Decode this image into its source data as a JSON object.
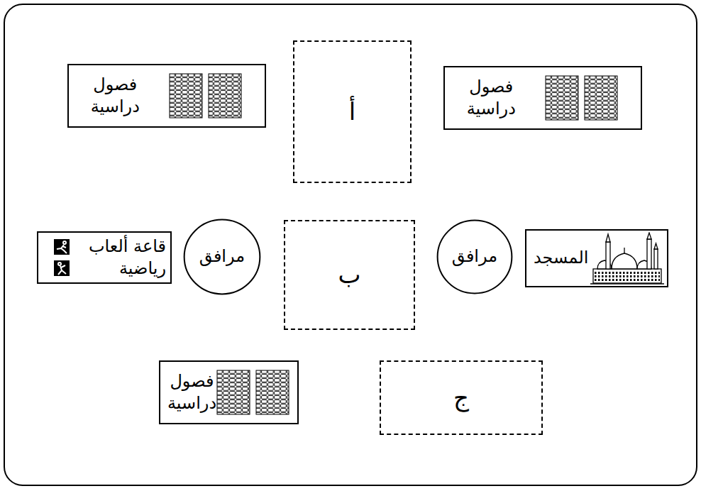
{
  "diagram": {
    "nodes": [
      {
        "text": [
          "فصول دراسية"
        ]
      },
      {
        "text": [
          "أ"
        ]
      },
      {
        "text": [
          "فصول دراسية"
        ]
      },
      {
        "text": [
          "المسجد"
        ]
      },
      {
        "text": [
          "مرافق"
        ]
      },
      {
        "text": [
          "ب"
        ]
      },
      {
        "text": [
          "مرافق"
        ]
      },
      {
        "text": [
          "قاعة ألعاب رياضية"
        ]
      },
      {
        "text": [
          "ج"
        ]
      },
      {
        "text": [
          "فصول دراسية"
        ]
      }
    ]
  }
}
